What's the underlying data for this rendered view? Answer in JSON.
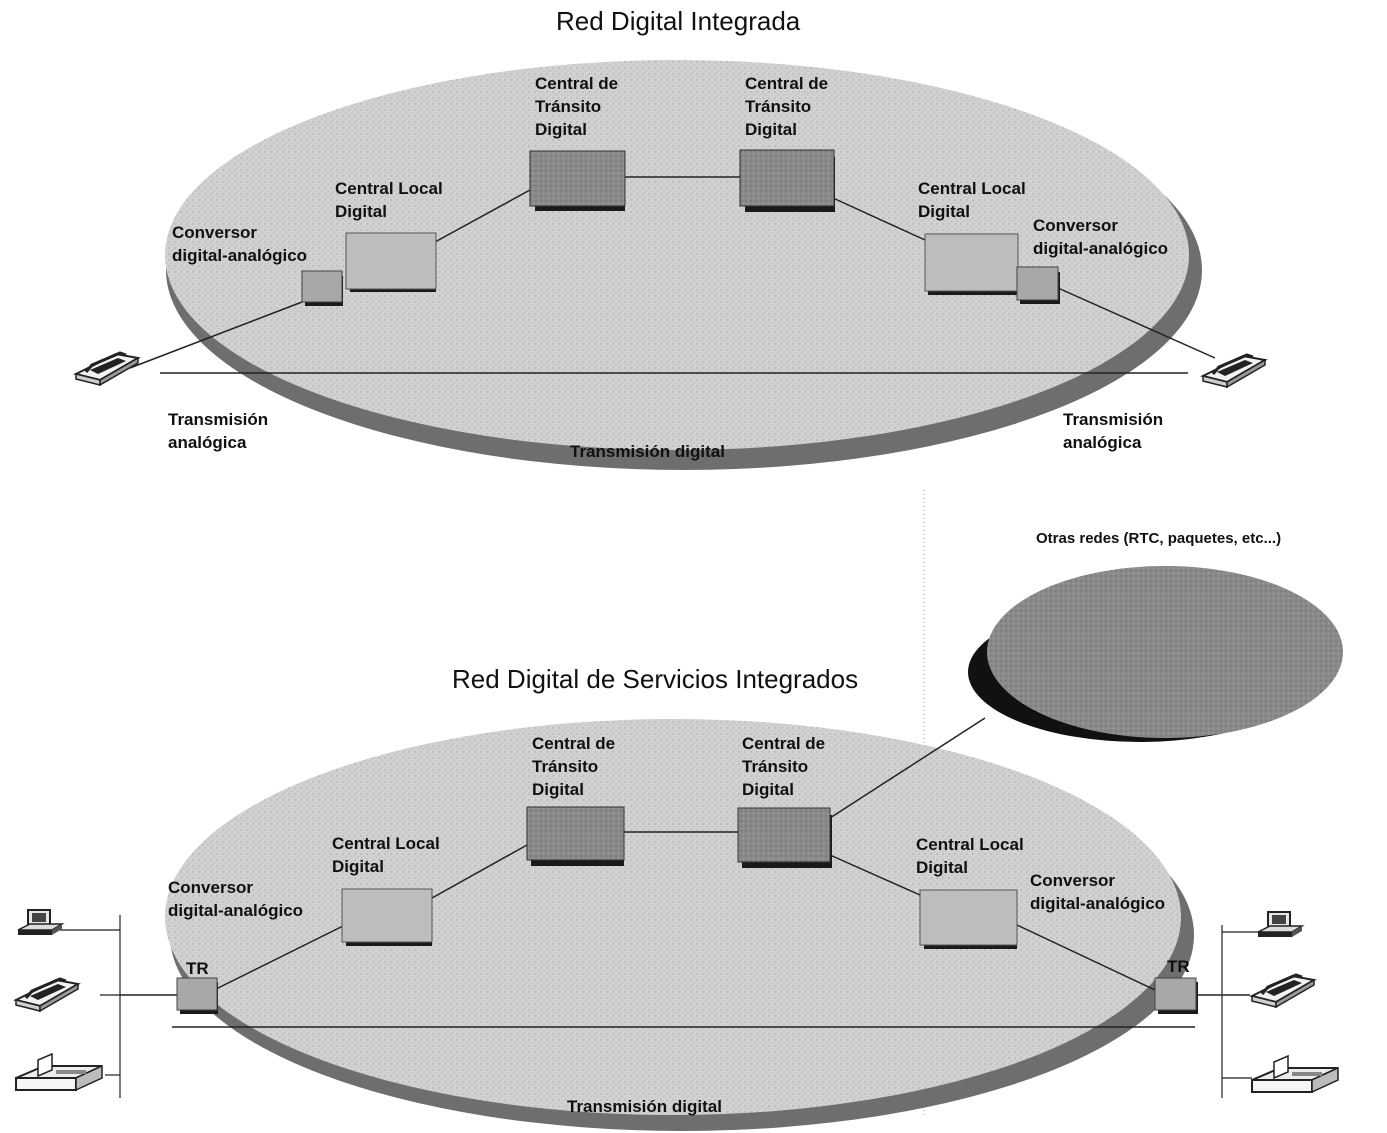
{
  "top": {
    "title": "Red Digital Integrada",
    "transit_left": "Central de\nTránsito\nDigital",
    "transit_right": "Central de\nTránsito\nDigital",
    "local_left": "Central Local\nDigital",
    "local_right": "Central Local\nDigital",
    "converter_left": "Conversor\ndigital-analógico",
    "converter_right": "Conversor\ndigital-analógico",
    "analog_left": "Transmisión\nanalógica",
    "analog_right": "Transmisión\nanalógica",
    "digital": "Transmisión digital"
  },
  "bottom": {
    "title": "Red Digital de Servicios Integrados",
    "other_networks": "Otras redes (RTC, paquetes, etc...)",
    "transit_left": "Central de\nTránsito\nDigital",
    "transit_right": "Central de\nTránsito\nDigital",
    "local_left": "Central Local\nDigital",
    "local_right": "Central Local\nDigital",
    "converter_left": "Conversor\ndigital-analógico",
    "converter_right": "Conversor\ndigital-analógico",
    "tr_left": "TR",
    "tr_right": "TR",
    "digital": "Transmisión digital"
  },
  "colors": {
    "network_fill": "#d2d2d2",
    "network_shadow": "#6e6e6e",
    "node_fill": "#bdbdbd",
    "node_shadow": "#222222",
    "other_fill": "#8e8e8e",
    "other_shadow": "#111111",
    "line": "#222222"
  }
}
